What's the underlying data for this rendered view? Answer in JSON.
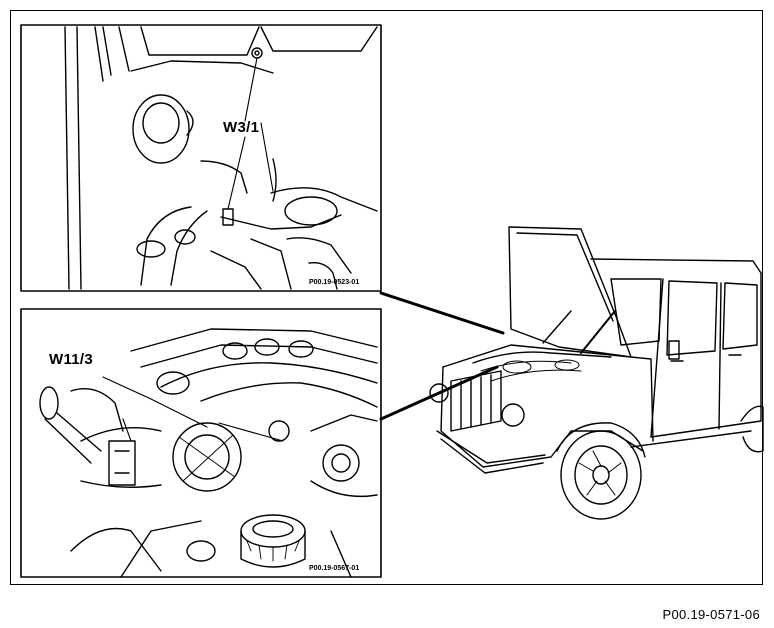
{
  "detail_top": {
    "callout": "W3/1",
    "ref_code": "P00.19-0523-01"
  },
  "detail_bottom": {
    "callout": "W11/3",
    "ref_code": "P00.19-0567-01"
  },
  "figure_code": "P00.19-0571-06",
  "icons": {
    "vehicle": "suv-open-hood-illustration",
    "engine_top": "engine-bay-detail-illustration",
    "engine_bottom": "engine-detail-illustration"
  }
}
